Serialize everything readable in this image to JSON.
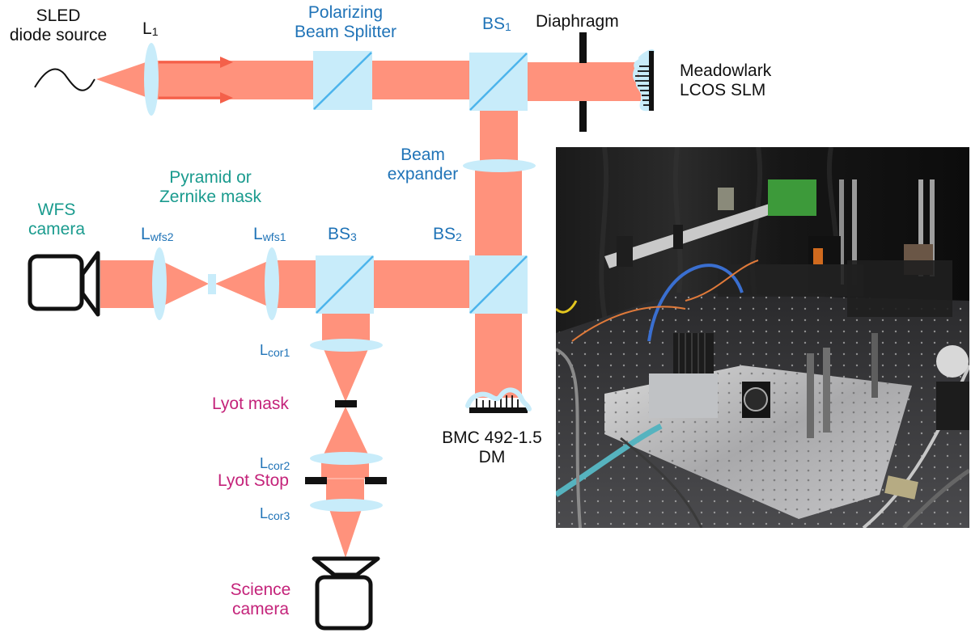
{
  "figure": {
    "type": "optical bench schematic with photograph",
    "colors": {
      "beam": "#ff927c",
      "beam_arrow": "#f4604a",
      "optic": "#c8ecfa",
      "splitter_line": "#4cb4ec",
      "black": "#111111",
      "label_blue": "#1f73b7",
      "label_teal": "#1a9b8e",
      "label_pink": "#c4237a"
    }
  },
  "labels": {
    "source": {
      "line1": "SLED",
      "line2": "diode source"
    },
    "l1": {
      "main": "L",
      "sub": "1"
    },
    "pbs": {
      "line1": "Polarizing",
      "line2": "Beam Splitter"
    },
    "bs1": {
      "main": "BS",
      "sub": "1"
    },
    "diaphragm": "Diaphragm",
    "slm": {
      "line1": "Meadowlark",
      "line2": "LCOS SLM"
    },
    "beam_expander": {
      "line1": "Beam",
      "line2": "expander"
    },
    "bs2": {
      "main": "BS",
      "sub": "2"
    },
    "bs3": {
      "main": "BS",
      "sub": "3"
    },
    "mask": {
      "line1": "Pyramid or",
      "line2": "Zernike mask"
    },
    "wfs_camera": {
      "line1": "WFS",
      "line2": "camera"
    },
    "lwfs2": {
      "main": "L",
      "sub": "wfs2"
    },
    "lwfs1": {
      "main": "L",
      "sub": "wfs1"
    },
    "lcor1": {
      "main": "L",
      "sub": "cor1"
    },
    "lyot_mask": "Lyot mask",
    "lcor2": {
      "main": "L",
      "sub": "cor2"
    },
    "lyot_stop": "Lyot Stop",
    "lcor3": {
      "main": "L",
      "sub": "cor3"
    },
    "science_camera": {
      "line1": "Science",
      "line2": "camera"
    },
    "dm": {
      "line1": "BMC 492-1.5",
      "line2": "DM"
    }
  },
  "photo": {
    "description": "Photograph of the optical bench testbed on a breadboard table with black curtain background"
  }
}
